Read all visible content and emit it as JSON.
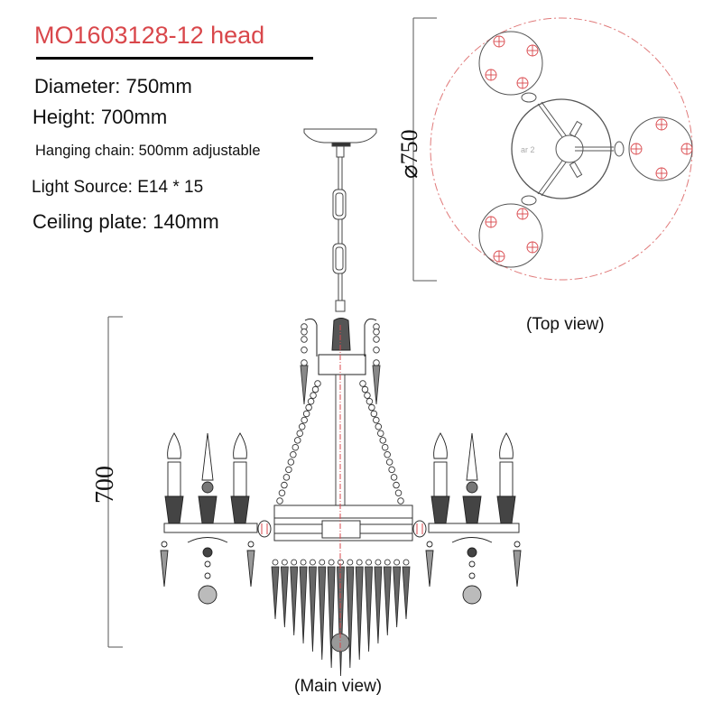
{
  "header": {
    "title": "MO1603128-12 head"
  },
  "specs": {
    "diameter": "Diameter: 750mm",
    "height": "Height: 700mm",
    "hanging_chain": "Hanging chain: 500mm adjustable",
    "light_source": "Light Source: E14 * 15",
    "ceiling_plate": "Ceiling plate: 140mm"
  },
  "top_view": {
    "label": "(Top view)",
    "dimension": "⌀750",
    "inner_note": "ar 2",
    "arm_count": 3,
    "bulbs_per_arm": 4
  },
  "main_view": {
    "label": "(Main view)",
    "dimension": "700"
  },
  "colors": {
    "title": "#d9474b",
    "centerline": "#d9474b",
    "linework": "#333333"
  }
}
